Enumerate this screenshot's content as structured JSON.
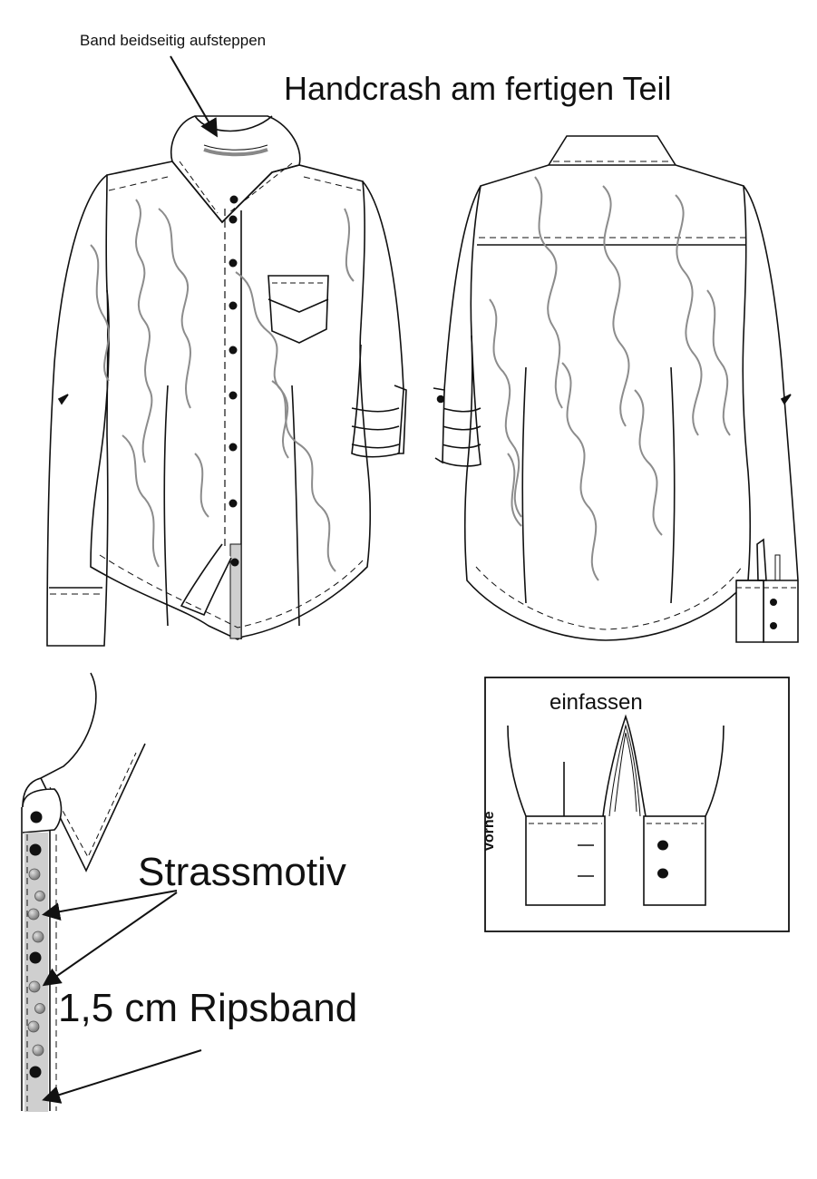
{
  "labels": {
    "band_note": "Band beidseitig aufsteppen",
    "title": "Handcrash am fertigen Teil",
    "binding_note": "einfassen",
    "front_note": "vorne",
    "rhinestone_note": "Strassmotiv",
    "ribbon_note": "1,5 cm Ripsband"
  },
  "colors": {
    "line": "#111111",
    "crinkle": "#8c8c8c",
    "ribbon": "#cfcfcf",
    "stone": "#9a9a9a"
  }
}
